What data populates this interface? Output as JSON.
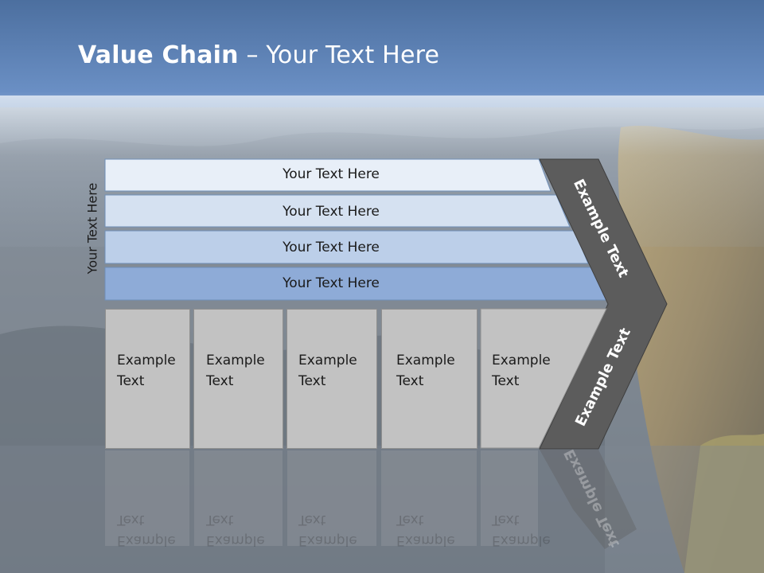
{
  "title": {
    "bold": "Value Chain",
    "rest": " – Your Text Here"
  },
  "side_label": "Your Text Here",
  "bars": [
    {
      "label": "Your Text Here",
      "color": "#e8eff8"
    },
    {
      "label": "Your Text Here",
      "color": "#d5e1f1"
    },
    {
      "label": "Your Text Here",
      "color": "#bccfe9"
    },
    {
      "label": "Your Text Here",
      "color": "#8eabd7"
    }
  ],
  "boxes": [
    {
      "line1": "Example",
      "line2": "Text"
    },
    {
      "line1": "Example",
      "line2": "Text"
    },
    {
      "line1": "Example",
      "line2": "Text"
    },
    {
      "line1": "Example",
      "line2": "Text"
    },
    {
      "line1": "Example",
      "line2": "Text"
    }
  ],
  "chevron": {
    "upper": "Example Text",
    "lower": "Example Text",
    "color": "#5c5c5c"
  }
}
